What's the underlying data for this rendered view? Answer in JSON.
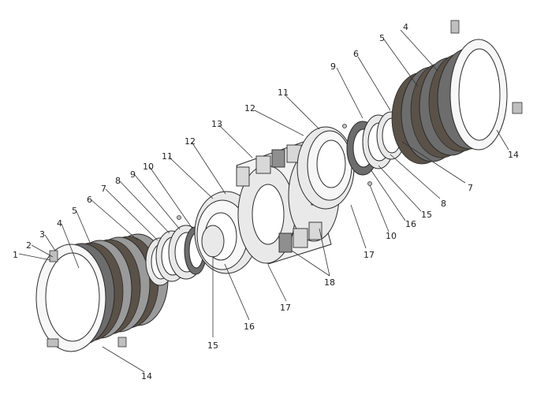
{
  "diagram": {
    "type": "exploded-assembly",
    "callouts": [
      {
        "id": "c1",
        "text": "1"
      },
      {
        "id": "c2",
        "text": "2"
      },
      {
        "id": "c3",
        "text": "3"
      },
      {
        "id": "c4l",
        "text": "4"
      },
      {
        "id": "c5l",
        "text": "5"
      },
      {
        "id": "c6l",
        "text": "6"
      },
      {
        "id": "c7l",
        "text": "7"
      },
      {
        "id": "c8l",
        "text": "8"
      },
      {
        "id": "c9l",
        "text": "9"
      },
      {
        "id": "c10l",
        "text": "10"
      },
      {
        "id": "c11l",
        "text": "11"
      },
      {
        "id": "c12l",
        "text": "12"
      },
      {
        "id": "c13",
        "text": "13"
      },
      {
        "id": "c14l",
        "text": "14"
      },
      {
        "id": "c15l",
        "text": "15"
      },
      {
        "id": "c16l",
        "text": "16"
      },
      {
        "id": "c17l",
        "text": "17"
      },
      {
        "id": "c18",
        "text": "18"
      },
      {
        "id": "c4r",
        "text": "4"
      },
      {
        "id": "c5r",
        "text": "5"
      },
      {
        "id": "c6r",
        "text": "6"
      },
      {
        "id": "c9r",
        "text": "9"
      },
      {
        "id": "c11r",
        "text": "11"
      },
      {
        "id": "c12r",
        "text": "12"
      },
      {
        "id": "c14r",
        "text": "14"
      },
      {
        "id": "c7r",
        "text": "7"
      },
      {
        "id": "c8r",
        "text": "8"
      },
      {
        "id": "c15r",
        "text": "15"
      },
      {
        "id": "c16r",
        "text": "16"
      },
      {
        "id": "c10r",
        "text": "10"
      },
      {
        "id": "c17r",
        "text": "17"
      }
    ]
  }
}
